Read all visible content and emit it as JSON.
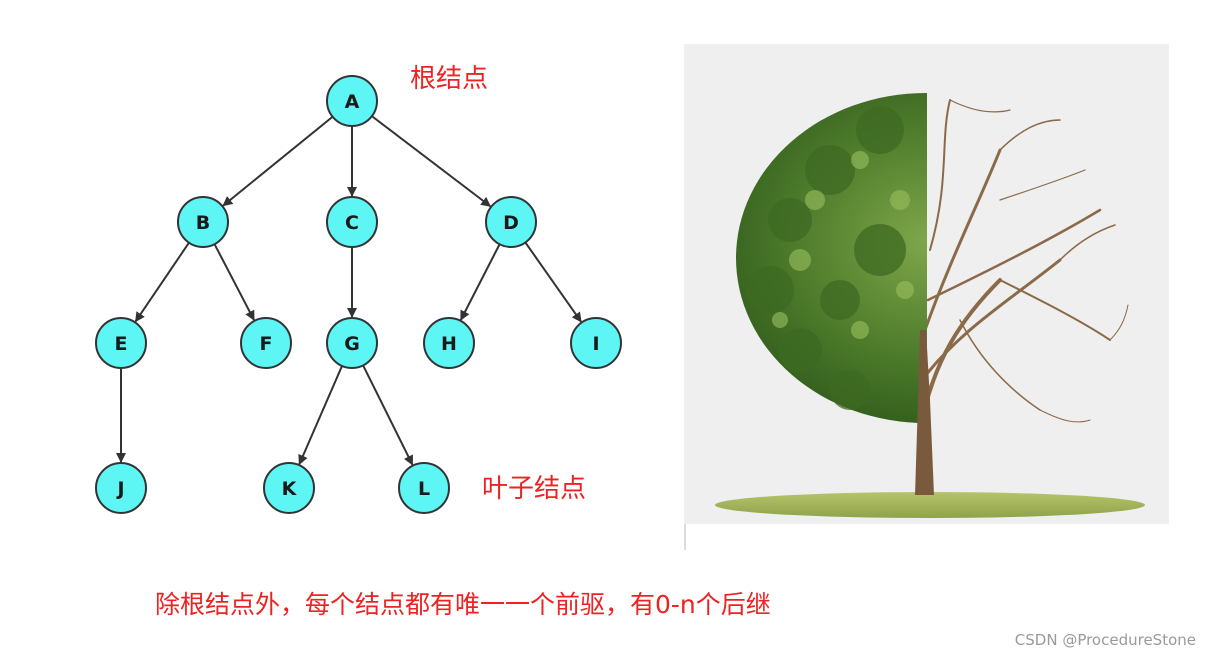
{
  "nodes": [
    {
      "id": "A",
      "label": "A"
    },
    {
      "id": "B",
      "label": "B"
    },
    {
      "id": "C",
      "label": "C"
    },
    {
      "id": "D",
      "label": "D"
    },
    {
      "id": "E",
      "label": "E"
    },
    {
      "id": "F",
      "label": "F"
    },
    {
      "id": "G",
      "label": "G"
    },
    {
      "id": "H",
      "label": "H"
    },
    {
      "id": "I",
      "label": "I"
    },
    {
      "id": "J",
      "label": "J"
    },
    {
      "id": "K",
      "label": "K"
    },
    {
      "id": "L",
      "label": "L"
    }
  ],
  "edges": [
    {
      "from": "A",
      "to": "B"
    },
    {
      "from": "A",
      "to": "C"
    },
    {
      "from": "A",
      "to": "D"
    },
    {
      "from": "B",
      "to": "E"
    },
    {
      "from": "B",
      "to": "F"
    },
    {
      "from": "C",
      "to": "G"
    },
    {
      "from": "D",
      "to": "H"
    },
    {
      "from": "D",
      "to": "I"
    },
    {
      "from": "E",
      "to": "J"
    },
    {
      "from": "G",
      "to": "K"
    },
    {
      "from": "G",
      "to": "L"
    }
  ],
  "annotations": {
    "root_label": "根结点",
    "leaf_label": "叶子结点"
  },
  "caption": "除根结点外，每个结点都有唯一一个前驱，有0-n个后继",
  "watermark": "CSDN @ProcedureStone",
  "colors": {
    "node_fill": "#5ef5f5",
    "node_stroke": "#333333",
    "annotation_text": "#ee2222",
    "image_background": "#efefef"
  },
  "illustration": {
    "subject": "tree-half-green-half-bare"
  }
}
